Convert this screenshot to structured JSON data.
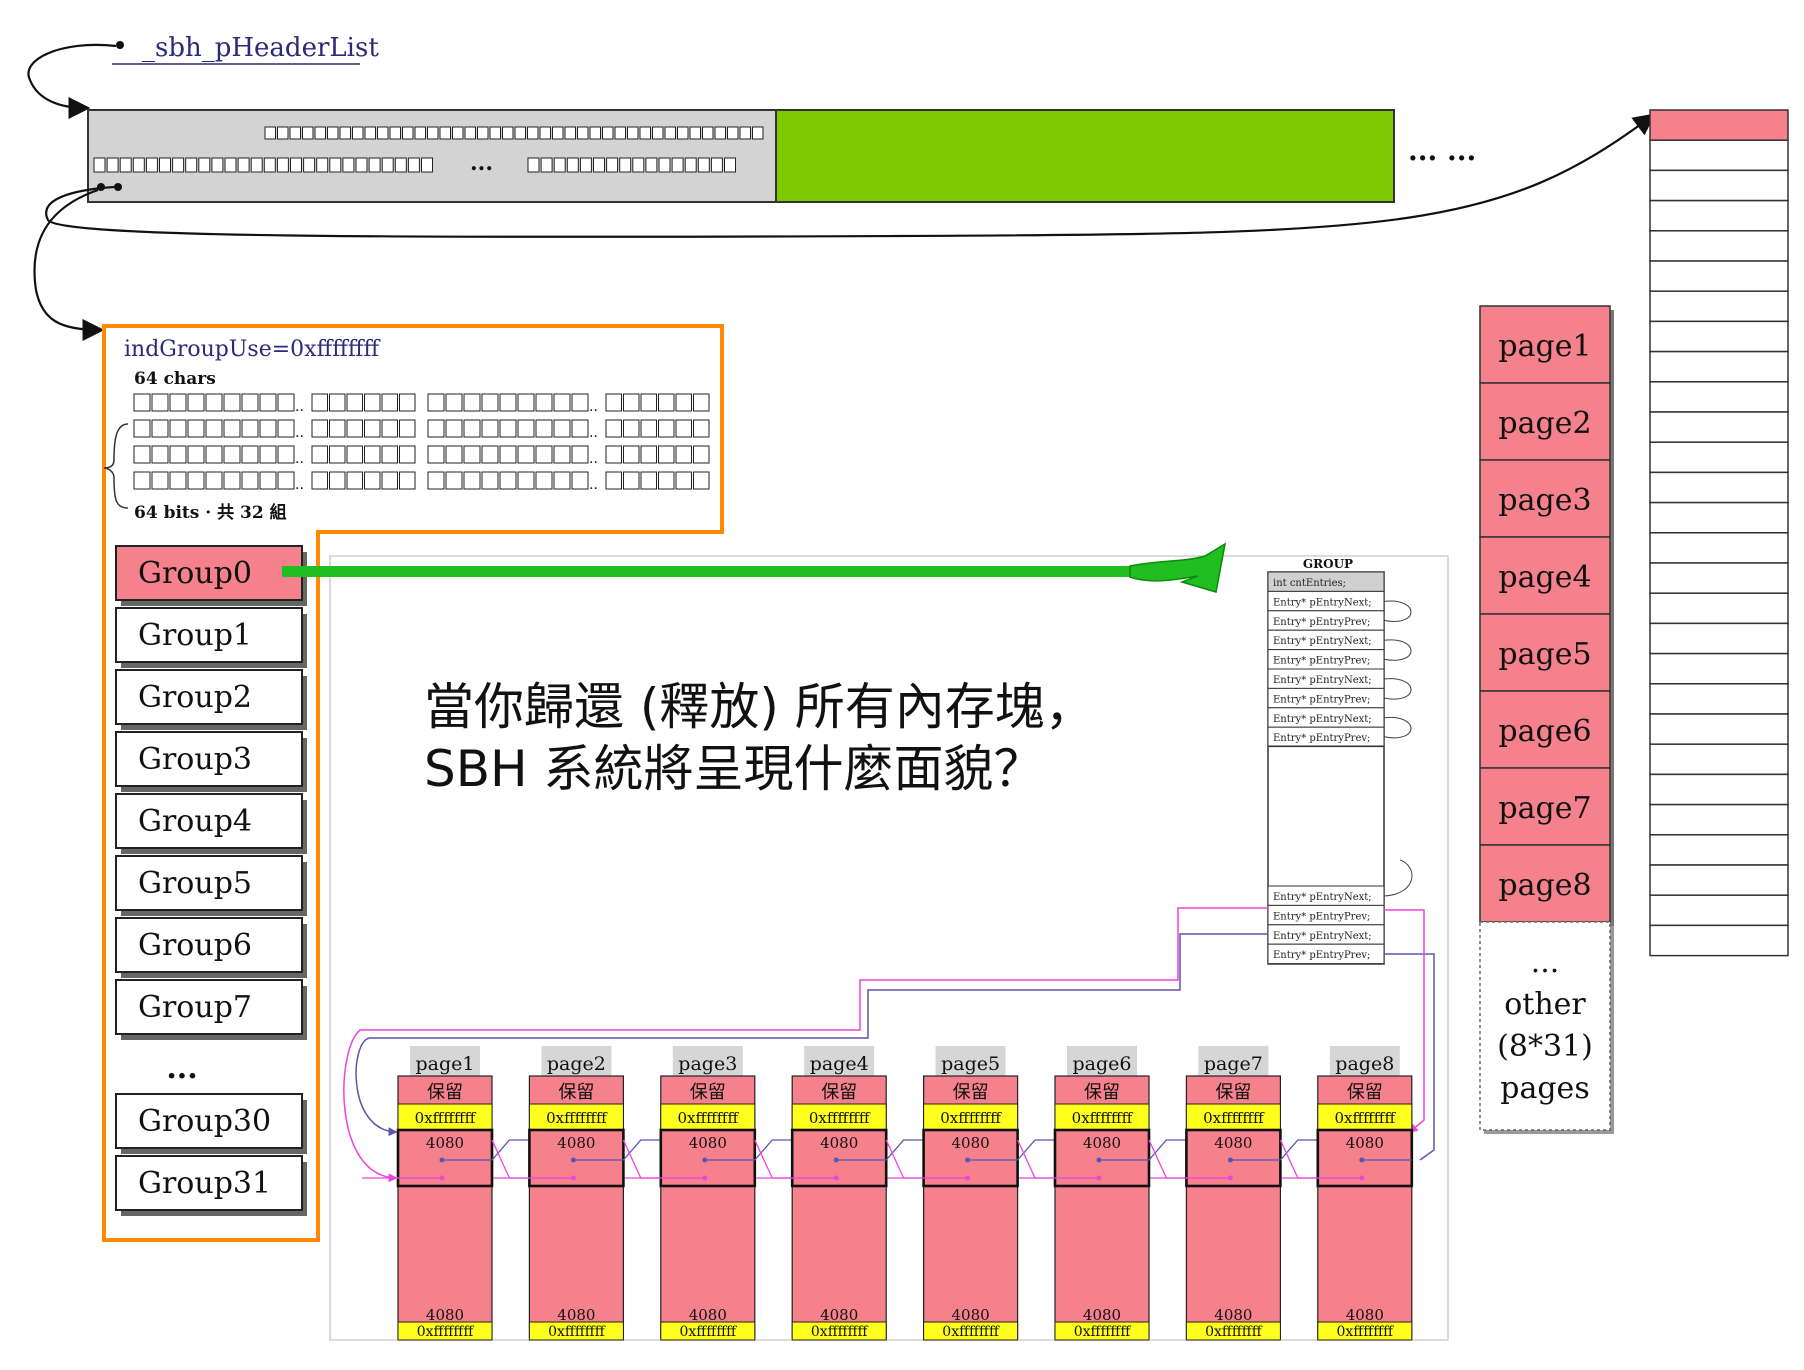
{
  "pointer_label": "_sbh_pHeaderList",
  "header_ellipsis": "... ...",
  "bitmap_ellipsis": "...",
  "region": {
    "ind_group_use": "indGroupUse=0xffffffff",
    "chars_label": "64 chars",
    "bits_label": "64 bits · 共 32 組"
  },
  "groups": [
    {
      "label": "Group0",
      "active": true
    },
    {
      "label": "Group1"
    },
    {
      "label": "Group2"
    },
    {
      "label": "Group3"
    },
    {
      "label": "Group4"
    },
    {
      "label": "Group5"
    },
    {
      "label": "Group6"
    },
    {
      "label": "Group7"
    },
    {
      "label": "..."
    },
    {
      "label": "Group30"
    },
    {
      "label": "Group31"
    }
  ],
  "question": {
    "line1": "當你歸還 (釋放) 所有內存塊，",
    "line2": "SBH 系統將呈現什麼面貌？"
  },
  "group_struct": {
    "title": "GROUP",
    "first_field": "int  cntEntries;",
    "entries_top": [
      "Entry*  pEntryNext;",
      "Entry*  pEntryPrev;",
      "Entry*  pEntryNext;",
      "Entry*  pEntryPrev;",
      "Entry*  pEntryNext;",
      "Entry*  pEntryPrev;",
      "Entry*  pEntryNext;",
      "Entry*  pEntryPrev;"
    ],
    "entries_bottom": [
      "Entry*  pEntryNext;",
      "Entry*  pEntryPrev;",
      "Entry*  pEntryNext;",
      "Entry*  pEntryPrev;"
    ]
  },
  "pages_block": {
    "reserved": "保留",
    "ffff": "0xffffffff",
    "size": "4080",
    "names": [
      "page1",
      "page2",
      "page3",
      "page4",
      "page5",
      "page6",
      "page7",
      "page8"
    ]
  },
  "page_list": {
    "items": [
      "page1",
      "page2",
      "page3",
      "page4",
      "page5",
      "page6",
      "page7",
      "page8"
    ],
    "other_lines": [
      "...",
      "other",
      "(8*31)",
      "pages"
    ]
  },
  "colors": {
    "pink": "#f5818c",
    "green": "#7ec800",
    "orange": "#ff8a00",
    "yellow": "#ffff1e",
    "arrow_green": "#1fbf1f",
    "magenta": "#ee44dd",
    "link_blue": "#5b55b0",
    "gray": "#d3d3d3"
  }
}
